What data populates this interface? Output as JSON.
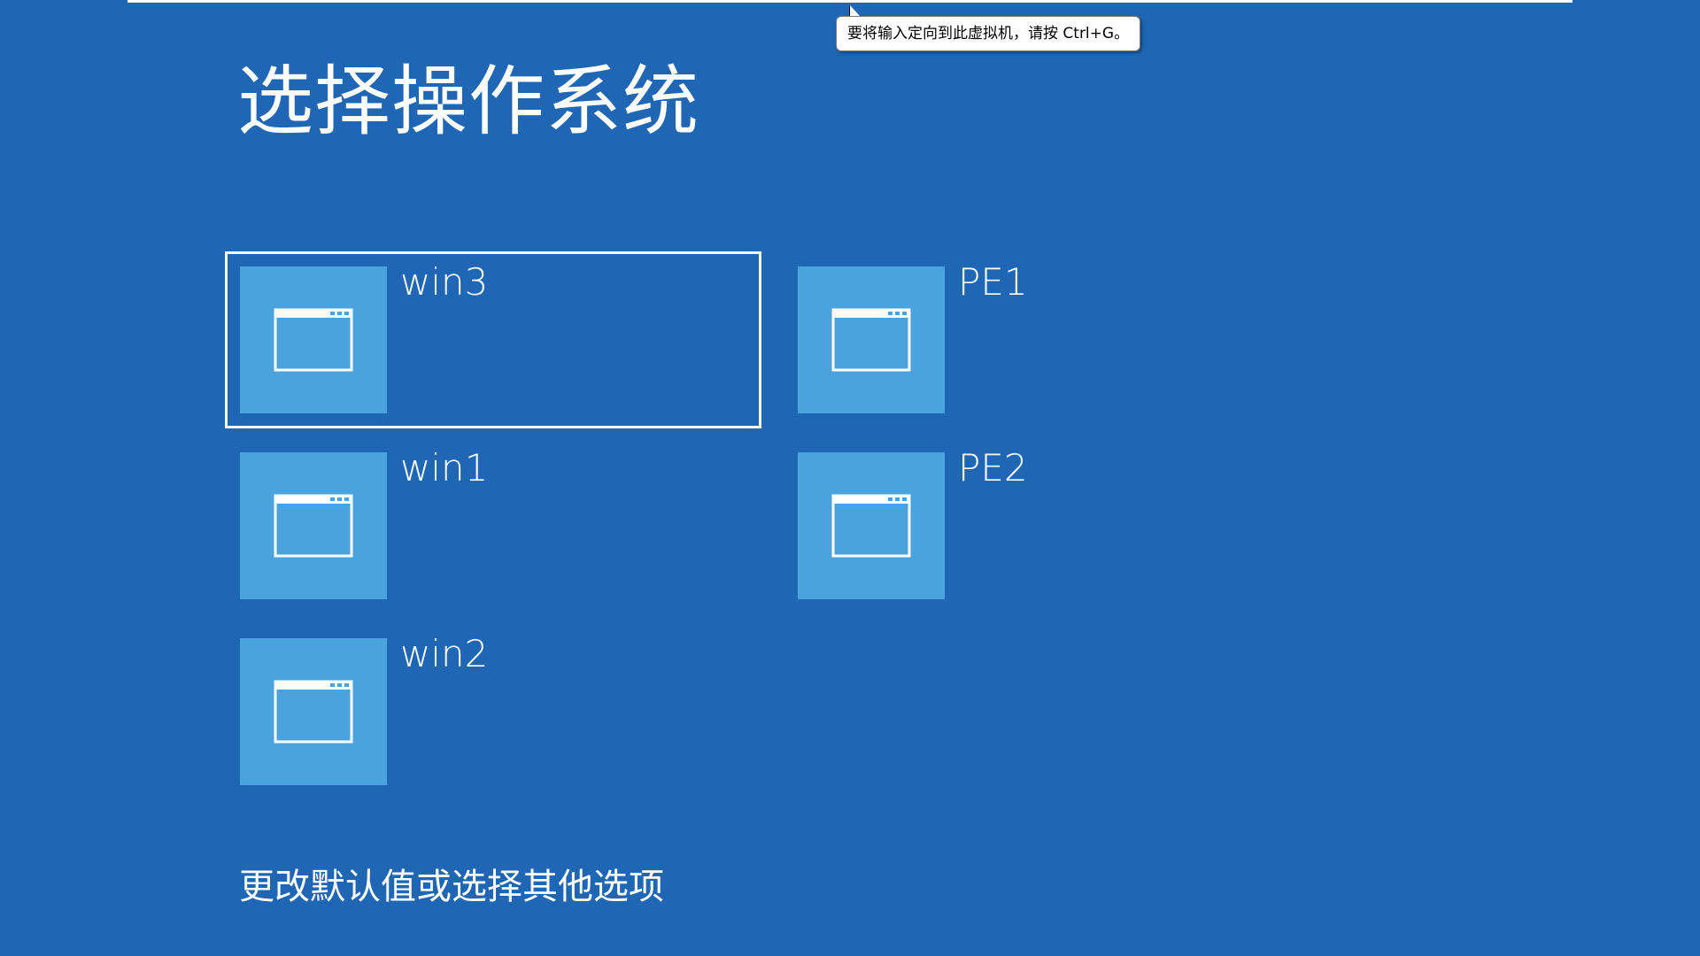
{
  "tooltip": {
    "text": "要将输入定向到此虚拟机，请按 Ctrl+G。"
  },
  "page": {
    "title": "选择操作系统",
    "footer_link": "更改默认值或选择其他选项"
  },
  "os_list": [
    {
      "label": "win3",
      "selected": true
    },
    {
      "label": "win1",
      "selected": false
    },
    {
      "label": "win2",
      "selected": false
    },
    {
      "label": "PE1",
      "selected": false
    },
    {
      "label": "PE2",
      "selected": false
    }
  ],
  "icons": {
    "os_tile_icon": "window-icon"
  },
  "colors": {
    "background": "#1f67b5",
    "tile": "#4aa3dd",
    "text": "#ffffff"
  }
}
